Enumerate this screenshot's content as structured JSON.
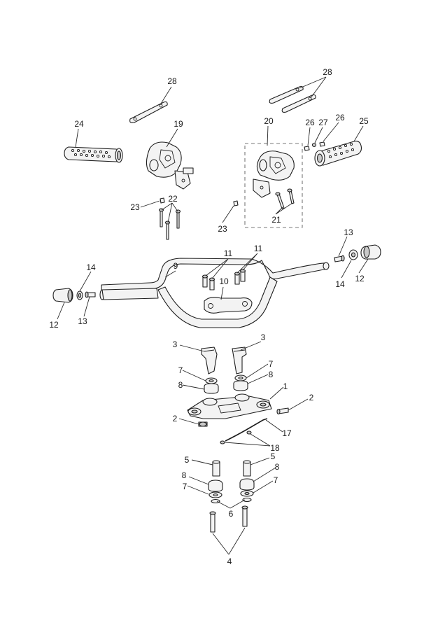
{
  "callouts": [
    {
      "id": "c28a",
      "label": "28"
    },
    {
      "id": "c28b",
      "label": "28"
    },
    {
      "id": "c24",
      "label": "24"
    },
    {
      "id": "c19",
      "label": "19"
    },
    {
      "id": "c20",
      "label": "20"
    },
    {
      "id": "c26a",
      "label": "26"
    },
    {
      "id": "c27",
      "label": "27"
    },
    {
      "id": "c26b",
      "label": "26"
    },
    {
      "id": "c25",
      "label": "25"
    },
    {
      "id": "c22",
      "label": "22"
    },
    {
      "id": "c23a",
      "label": "23"
    },
    {
      "id": "c23b",
      "label": "23"
    },
    {
      "id": "c21",
      "label": "21"
    },
    {
      "id": "c11a",
      "label": "11"
    },
    {
      "id": "c11b",
      "label": "11"
    },
    {
      "id": "c13a",
      "label": "13"
    },
    {
      "id": "c9",
      "label": "9"
    },
    {
      "id": "c14a",
      "label": "14"
    },
    {
      "id": "c10",
      "label": "10"
    },
    {
      "id": "c14b",
      "label": "14"
    },
    {
      "id": "c12a",
      "label": "12"
    },
    {
      "id": "c12b",
      "label": "12"
    },
    {
      "id": "c13b",
      "label": "13"
    },
    {
      "id": "c3a",
      "label": "3"
    },
    {
      "id": "c3b",
      "label": "3"
    },
    {
      "id": "c7a",
      "label": "7"
    },
    {
      "id": "c7b",
      "label": "7"
    },
    {
      "id": "c8a",
      "label": "8"
    },
    {
      "id": "c8b",
      "label": "8"
    },
    {
      "id": "c1",
      "label": "1"
    },
    {
      "id": "c2a",
      "label": "2"
    },
    {
      "id": "c2b",
      "label": "2"
    },
    {
      "id": "c17",
      "label": "17"
    },
    {
      "id": "c18",
      "label": "18"
    },
    {
      "id": "c5a",
      "label": "5"
    },
    {
      "id": "c5b",
      "label": "5"
    },
    {
      "id": "c8c",
      "label": "8"
    },
    {
      "id": "c8d",
      "label": "8"
    },
    {
      "id": "c7c",
      "label": "7"
    },
    {
      "id": "c7d",
      "label": "7"
    },
    {
      "id": "c6",
      "label": "6"
    },
    {
      "id": "c4",
      "label": "4"
    }
  ]
}
